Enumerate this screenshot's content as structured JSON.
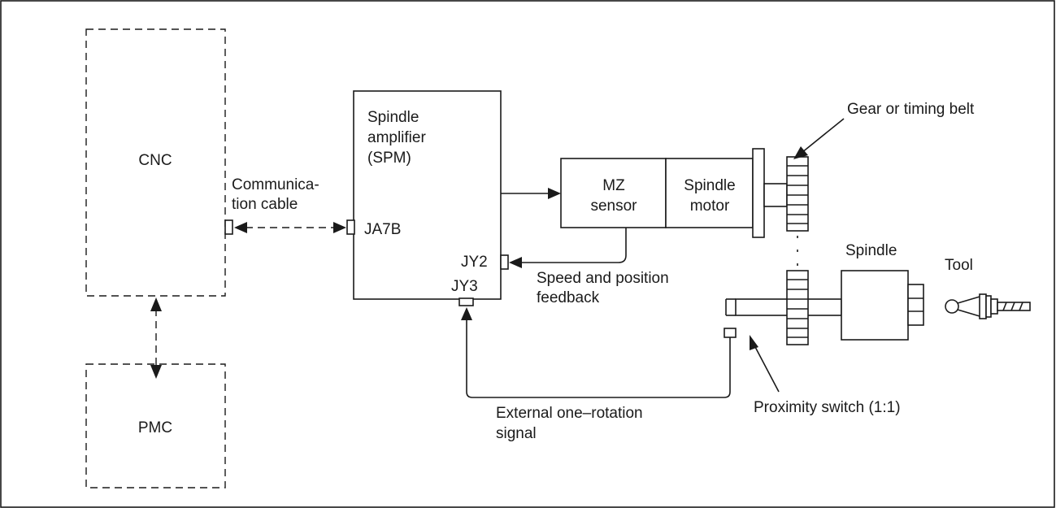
{
  "labels": {
    "cnc": "CNC",
    "pmc": "PMC",
    "comm_line1": "Communica-",
    "comm_line2": "tion cable",
    "spm_line1": "Spindle",
    "spm_line2": "amplifier",
    "spm_line3": "(SPM)",
    "ja7b": "JA7B",
    "jy2": "JY2",
    "jy3": "JY3",
    "mz_line1": "MZ",
    "mz_line2": "sensor",
    "motor_line1": "Spindle",
    "motor_line2": "motor",
    "gear_belt": "Gear or timing belt",
    "spindle": "Spindle",
    "tool": "Tool",
    "feedback_line1": "Speed and position",
    "feedback_line2": "feedback",
    "ext_line1": "External one–rotation",
    "ext_line2": "signal",
    "proximity": "Proximity switch (1:1)"
  }
}
